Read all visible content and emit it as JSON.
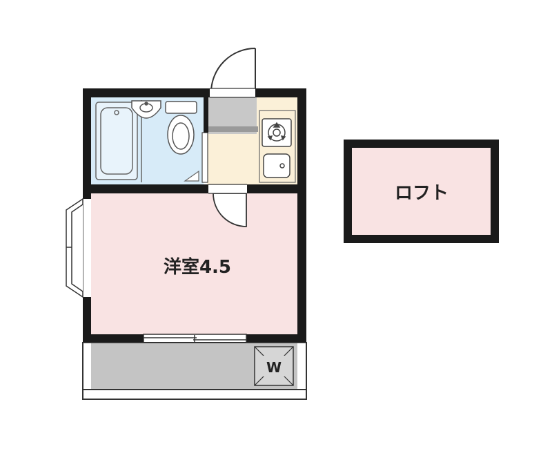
{
  "rooms": {
    "western_room": {
      "label": "洋室4.5"
    },
    "loft": {
      "label": "ロフト"
    },
    "laundry": {
      "label": "W"
    }
  },
  "colors": {
    "wall": "#1a1a1a",
    "bath": "#d7ebf8",
    "kitchen": "#fbf0d8",
    "room": "#f9e3e3",
    "balcony": "#c4c4c4",
    "entry": "#c8c8c8",
    "fixture_stroke": "#555555"
  }
}
